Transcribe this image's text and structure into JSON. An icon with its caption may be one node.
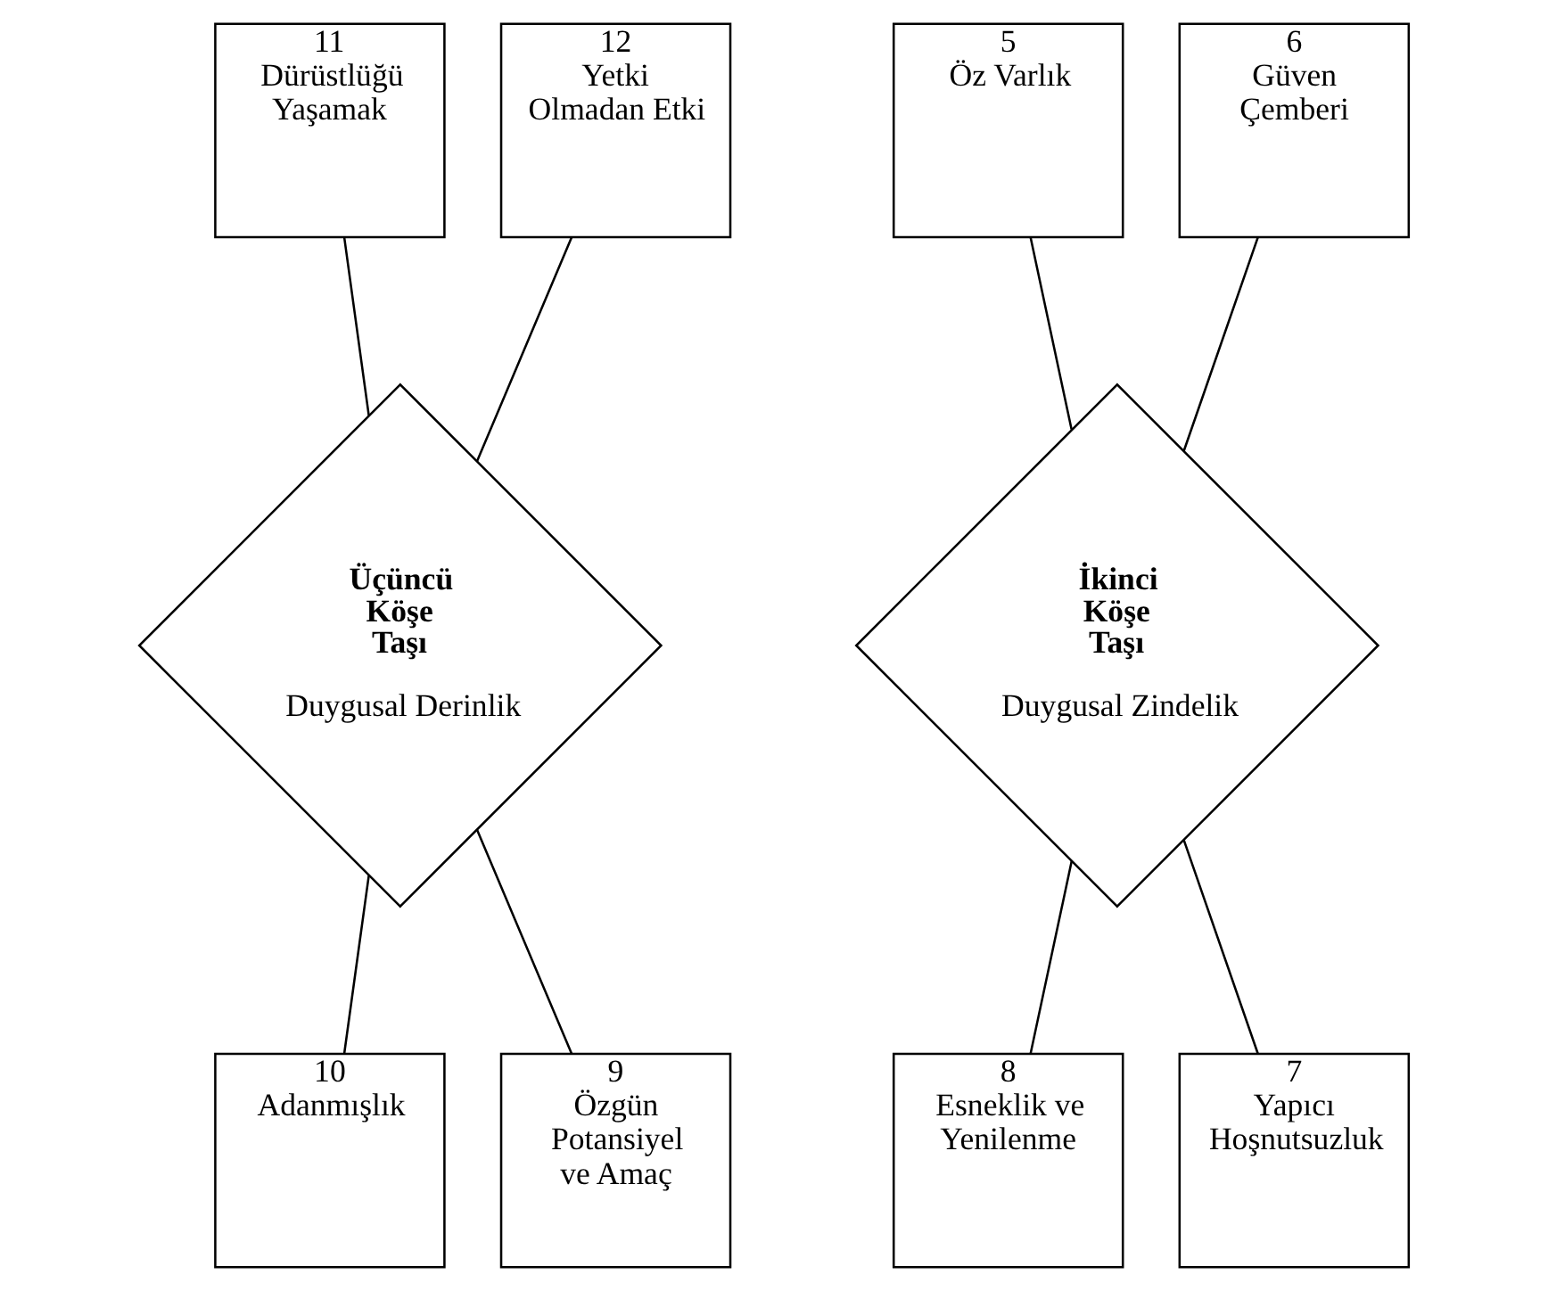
{
  "diagram": {
    "nodes": [
      {
        "text": [
          "11",
          "Dürüstlüğü Yaşamak"
        ]
      },
      {
        "text": [
          "12",
          "Yetki Olmadan Etki"
        ]
      },
      {
        "text": [
          "5",
          "Öz Varlık"
        ]
      },
      {
        "text": [
          "6",
          "Güven Çemberi"
        ]
      },
      {
        "text": [
          "Üçüncü Köşe Taşı",
          "Duygusal Derinlik"
        ]
      },
      {
        "text": [
          "İkinci Köşe Taşı",
          "Duygusal Zindelik"
        ]
      },
      {
        "text": [
          "10",
          "Adanmışlık"
        ]
      },
      {
        "text": [
          "9",
          "Özgün Potansiyel ve Amaç"
        ]
      },
      {
        "text": [
          "8",
          "Esneklik ve Yenilenme"
        ]
      },
      {
        "text": [
          "7",
          "Yapıcı Hoşnutsuzluk"
        ]
      }
    ],
    "edges": [
      {
        "from": 0,
        "to": 4,
        "arrow": "none"
      },
      {
        "from": 1,
        "to": 4,
        "arrow": "none"
      },
      {
        "from": 2,
        "to": 5,
        "arrow": "none"
      },
      {
        "from": 3,
        "to": 5,
        "arrow": "none"
      },
      {
        "from": 4,
        "to": 6,
        "arrow": "none"
      },
      {
        "from": 4,
        "to": 7,
        "arrow": "none"
      },
      {
        "from": 5,
        "to": 8,
        "arrow": "none"
      },
      {
        "from": 5,
        "to": 9,
        "arrow": "none"
      }
    ]
  }
}
